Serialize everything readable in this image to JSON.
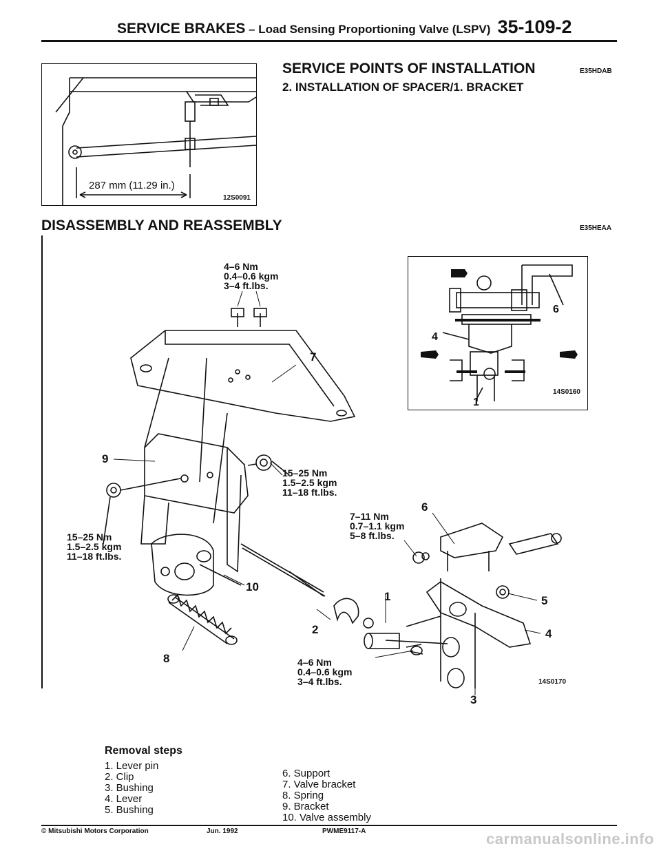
{
  "header": {
    "section": "SERVICE BRAKES",
    "separator": " – ",
    "subtitle": "Load Sensing Proportioning Valve (LSPV)",
    "page_number": "35-109-2"
  },
  "service_points": {
    "title": "SERVICE POINTS OF INSTALLATION",
    "code": "E35HDAB",
    "step": "2. INSTALLATION OF SPACER/1. BRACKET"
  },
  "fig1": {
    "dimension": "287 mm (11.29 in.)",
    "id": "12S0091"
  },
  "disassembly": {
    "title": "DISASSEMBLY AND REASSEMBLY",
    "code": "E35HEAA"
  },
  "fig2": {
    "id": "14S0160",
    "callouts": [
      "6",
      "4",
      "1"
    ]
  },
  "fig3": {
    "id": "14S0170",
    "torques": {
      "top": "4–6 Nm\n0.4–0.6 kgm\n3–4 ft.lbs.",
      "mid_right": "15–25 Nm\n1.5–2.5 kgm\n11–18 ft.lbs.",
      "left": "15–25 Nm\n1.5–2.5 kgm\n11–18 ft.lbs.",
      "lever": "7–11 Nm\n0.7–1.1 kgm\n5–8 ft.lbs.",
      "bottom": "4–6 Nm\n0.4–0.6 kgm\n3–4 ft.lbs."
    },
    "callouts": [
      "7",
      "9",
      "10",
      "8",
      "6",
      "1",
      "2",
      "5",
      "4",
      "3"
    ]
  },
  "removal": {
    "title": "Removal steps",
    "left": [
      "1. Lever pin",
      "2. Clip",
      "3. Bushing",
      "4. Lever",
      "5. Bushing"
    ],
    "right": [
      "6. Support",
      "7. Valve bracket",
      "8. Spring",
      "9. Bracket",
      "10. Valve assembly"
    ]
  },
  "footer": {
    "copyright": "© Mitsubishi Motors Corporation",
    "date": "Jun. 1992",
    "code": "PWME9117-A",
    "watermark": "carmanualsonline.info"
  }
}
